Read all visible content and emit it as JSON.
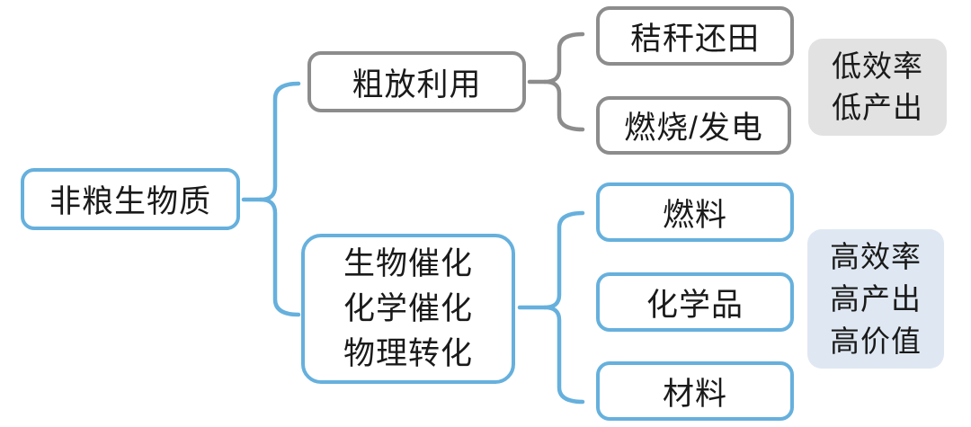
{
  "diagram": {
    "root": {
      "label": "非粮生物质"
    },
    "branch_extensive": {
      "node": {
        "label": "粗放利用"
      },
      "children": [
        {
          "label": "秸秆还田"
        },
        {
          "label": "燃烧/发电"
        }
      ],
      "outcome": {
        "lines": [
          "低效率",
          "低产出"
        ]
      }
    },
    "branch_conversion": {
      "node": {
        "lines": [
          "生物催化",
          "化学催化",
          "物理转化"
        ]
      },
      "children": [
        {
          "label": "燃料"
        },
        {
          "label": "化学品"
        },
        {
          "label": "材料"
        }
      ],
      "outcome": {
        "lines": [
          "高效率",
          "高产出",
          "高价值"
        ]
      }
    },
    "colors": {
      "blue_accent": "#66b0dd",
      "gray_accent": "#8c8c8c",
      "gray_outcome_fill": "#e2e2e2",
      "blue_outcome_fill": "#dfe8f2",
      "text": "#1a1a1a",
      "background": "#ffffff"
    }
  }
}
